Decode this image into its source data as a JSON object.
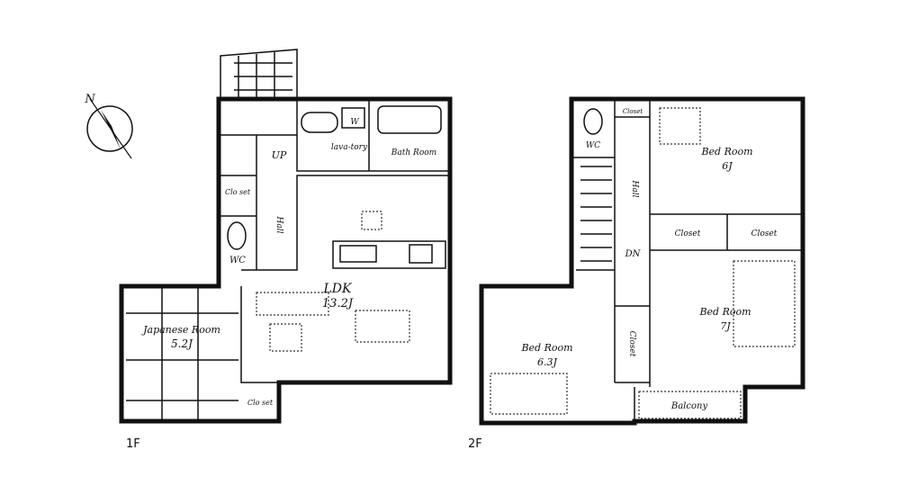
{
  "compass": {
    "label": "N"
  },
  "floor1": {
    "label": "1F",
    "rooms": {
      "entrance_up": "UP",
      "lavatory": [
        "Lavatory",
        "lavatory"
      ],
      "lavatory_text": "lava-tory",
      "bath": "Bath Room",
      "closet_hall": "Clo set",
      "hall": "Hall",
      "wc": "WC",
      "ldk": "LDK",
      "ldk_size": "13.2J",
      "japanese": "Japanese Room",
      "japanese_size": "5.2J",
      "closet_jr": "Clo set",
      "washer": "W"
    }
  },
  "floor2": {
    "label": "2F",
    "rooms": {
      "wc": "WC",
      "closet_small": "Closet",
      "hall": "Hall",
      "dn": "DN",
      "bed1": "Bed Room",
      "bed1_size": "6J",
      "closet1": "Closet",
      "closet2": "Closet",
      "bed2": "Bed Room",
      "bed2_size": "7J",
      "bed3": "Bed Room",
      "bed3_size": "6.3J",
      "closet3": "Closet",
      "balcony": "Balcony"
    }
  }
}
